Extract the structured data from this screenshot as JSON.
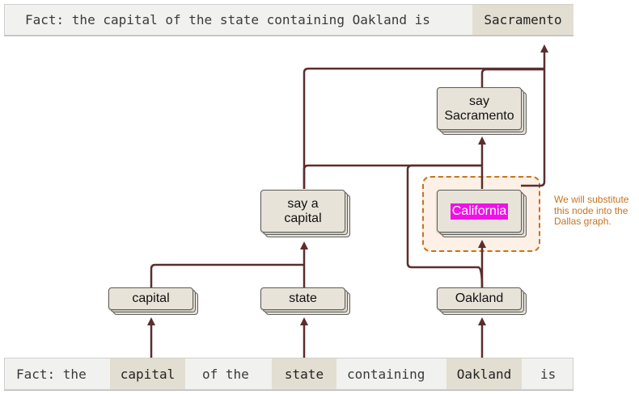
{
  "top_prompt": {
    "text": "Fact: the capital of the state containing Oakland is",
    "answer": "Sacramento"
  },
  "bottom_tokens": [
    {
      "text": "Fact: the",
      "highlighted": false
    },
    {
      "text": "capital",
      "highlighted": true
    },
    {
      "text": "of the",
      "highlighted": false
    },
    {
      "text": "state",
      "highlighted": true
    },
    {
      "text": "containing",
      "highlighted": false
    },
    {
      "text": "Oakland",
      "highlighted": true
    },
    {
      "text": "is",
      "highlighted": false
    }
  ],
  "nodes": {
    "capital": "capital",
    "state": "state",
    "oakland": "Oakland",
    "say_a_capital": "say a capital",
    "california": "California",
    "say_sacramento": "say Sacramento"
  },
  "annotation": "We will substitute this node into the Dallas graph.",
  "colors": {
    "edge": "#5c2d2d",
    "node_fill": "#e8e3d9",
    "token_highlight": "#e3ded2",
    "annotation": "#c8731e",
    "highlight_fill": "#fdf0e6",
    "california_label": "#ee12e6"
  }
}
